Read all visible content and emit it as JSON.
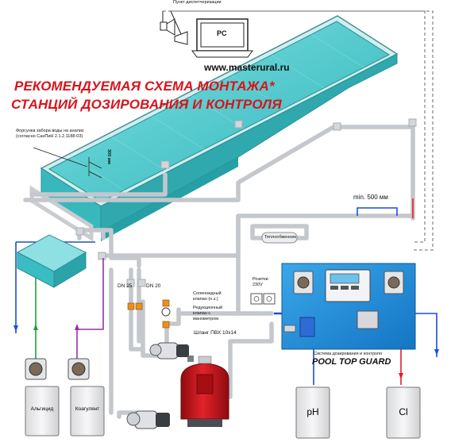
{
  "header": {
    "dispatch_label": "Пункт диспетчеризации",
    "pc_label": "PC",
    "website": "www.masterural.ru",
    "title_line1": "РЕКОМЕНДУЕМАЯ СХЕМА МОНТАЖА*",
    "title_line2": "СТАНЦИЙ ДОЗИРОВАНИЯ И КОНТРОЛЯ"
  },
  "labels": {
    "nozzle_line1": "Форсунка забора воды на анализ",
    "nozzle_line2": "(согласно СанПиН 2.1.2.1188-03)",
    "depth": "300 мм",
    "min_distance": "min. 500 мм",
    "heat_exchanger": "Теплообменник",
    "sockets_line1": "Розетки",
    "sockets_line2": "230V",
    "dn25": "DN 25",
    "dn20": "DN 20",
    "solenoid_line1": "Соленоидный",
    "solenoid_line2": "клапан (н.з.)",
    "reducer_line1": "Редукционный",
    "reducer_line2": "клапан с",
    "reducer_line3": "манометром",
    "hose": "Шланг ПВХ 10х14",
    "system_caption": "Система дозирования и контроля",
    "system_name": "POOL TOP GUARD"
  },
  "tanks": {
    "algicide": "Альгицид",
    "coagulant": "Коагулянт",
    "ph": "pH",
    "cl": "Cl"
  },
  "colors": {
    "title_red": "#d8141c",
    "pool_water": "#3fc6c9",
    "pipe_grey": "#c9ccd1",
    "panel_blue": "#1e8fd8",
    "line_blue": "#1b4fd6",
    "line_red": "#e0202a",
    "line_green": "#1ca03a",
    "line_purple": "#9b2fa8",
    "filter_red": "#c8121a"
  }
}
